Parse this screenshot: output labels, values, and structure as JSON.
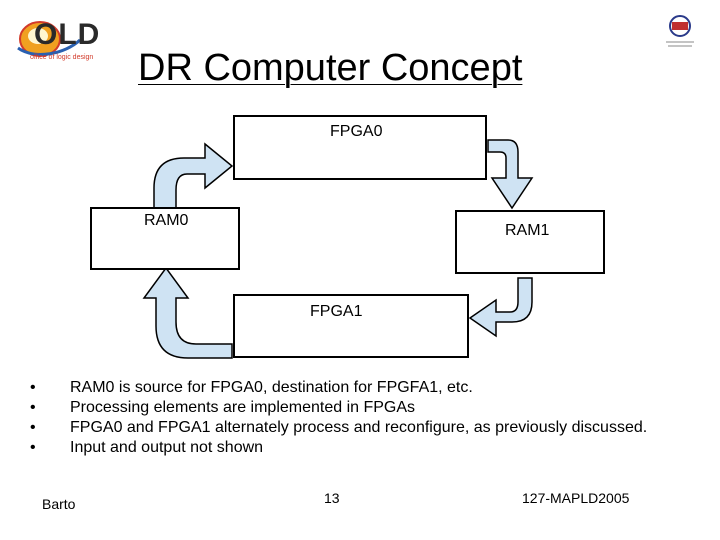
{
  "logo": {
    "letters": "OLD",
    "tagline": "office of logic design"
  },
  "title": "DR Computer Concept",
  "diagram": {
    "fpga0": "FPGA0",
    "ram0": "RAM0",
    "ram1": "RAM1",
    "fpga1": "FPGA1"
  },
  "bullets": [
    "RAM0 is source for FPGA0, destination for FPGFA1, etc.",
    "Processing elements are implemented in FPGAs",
    "FPGA0 and FPGA1 alternately process and reconfigure, as previously discussed.",
    "Input and output not shown"
  ],
  "bullet_symbol": "•",
  "footer": {
    "author": "Barto",
    "page": "13",
    "code": "127-MAPLD2005"
  },
  "colors": {
    "arrow_fill": "#cfe3f3",
    "arrow_stroke": "#000000",
    "logo_red": "#d23a2a",
    "logo_orange": "#f0a020"
  }
}
